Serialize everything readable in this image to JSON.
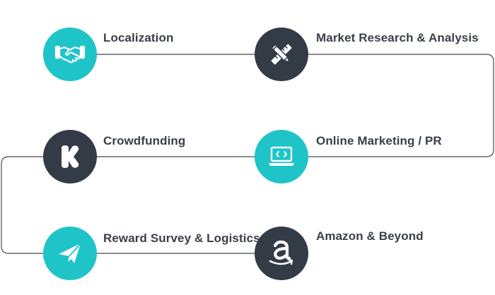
{
  "steps": [
    {
      "label": "Localization",
      "icon": "handshake-icon",
      "color": "#1fc4c8"
    },
    {
      "label": "Market Research & Analysis",
      "icon": "pencil-ruler-icon",
      "color": "#333b47"
    },
    {
      "label": "Crowdfunding",
      "icon": "kickstarter-icon",
      "color": "#333b47"
    },
    {
      "label": "Online Marketing / PR",
      "icon": "laptop-code-icon",
      "color": "#1fc4c8"
    },
    {
      "label": "Reward Survey & Logistics",
      "icon": "paper-plane-icon",
      "color": "#1fc4c8"
    },
    {
      "label": "Amazon & Beyond",
      "icon": "amazon-icon",
      "color": "#333b47"
    }
  ],
  "connector_color": "#444b55"
}
